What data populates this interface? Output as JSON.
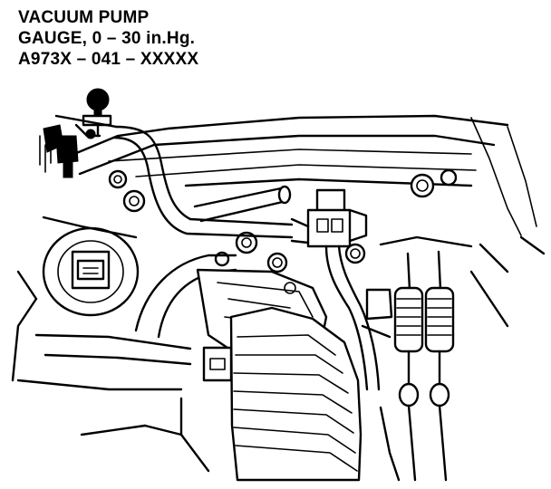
{
  "callout": {
    "line1": "VACUUM PUMP",
    "line2": "GAUGE, 0 – 30 in.Hg.",
    "line3": "A973X – 041 – XXXXX"
  }
}
